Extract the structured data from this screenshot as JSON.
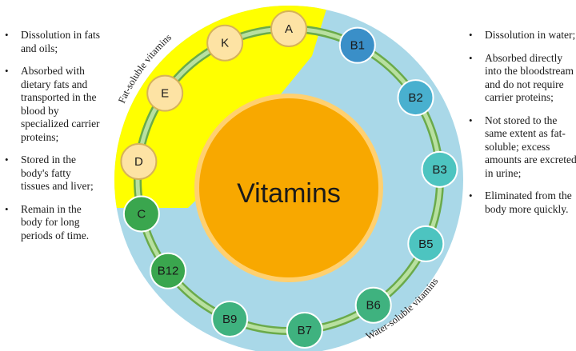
{
  "center_label": "Vitamins",
  "fat_soluble": {
    "label": "Fat-soluble vitamins",
    "vitamins": [
      "A",
      "K",
      "E",
      "D"
    ],
    "properties": [
      "Dissolution in fats and oils;",
      "Absorbed with dietary fats and transported in the blood by specialized carrier proteins;",
      "Stored in the body's fatty tissues and liver;",
      "Remain in the body for long periods of time."
    ]
  },
  "water_soluble": {
    "label": "Water-soluble vitamins",
    "vitamins": [
      "B1",
      "B2",
      "B3",
      "B5",
      "B6",
      "B7",
      "B9",
      "B12",
      "C"
    ],
    "properties": [
      "Dissolution in water;",
      "Absorbed directly into the bloodstream and do not require carrier proteins;",
      "Not stored to the same extent as fat-soluble; excess amounts are excreted in urine;",
      "Eliminated from the body more quickly."
    ]
  },
  "colors": {
    "fat_region": "#ffff00",
    "water_region": "#a9d8e8",
    "center": "#f8a800",
    "center_ring": "#ffd070",
    "ring_track": "#8cbf5a",
    "fat_node": "#fde3a4",
    "b1": "#3a8fc8",
    "b2": "#49b0cf",
    "b_teal": "#4dc4c0",
    "b_green": "#3fb27f",
    "c_green": "#3aa64e"
  }
}
